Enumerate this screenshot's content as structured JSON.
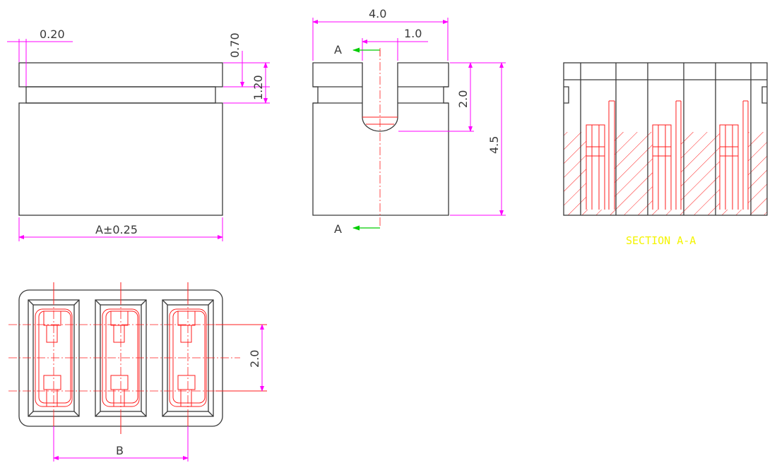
{
  "colors": {
    "outline": "#3a3a3a",
    "section_lines": "#ff1e1e",
    "dimension_lines": "#ff00ff",
    "section_arrows": "#00cc00",
    "caption": "#f4f400"
  },
  "front_view": {
    "dim_top_offset": "0.20",
    "dim_top_band": "0.70",
    "dim_upper_height": "1.20",
    "dim_width": "A±0.25"
  },
  "side_view": {
    "dim_width": "4.0",
    "dim_slot_width": "1.0",
    "dim_slot_depth": "2.0",
    "dim_height": "4.5",
    "section_mark_top": "A",
    "section_mark_bottom": "A"
  },
  "section_view": {
    "caption": "SECTION  A-A"
  },
  "bottom_view": {
    "dim_pitch": "2.0",
    "dim_span": "B"
  }
}
